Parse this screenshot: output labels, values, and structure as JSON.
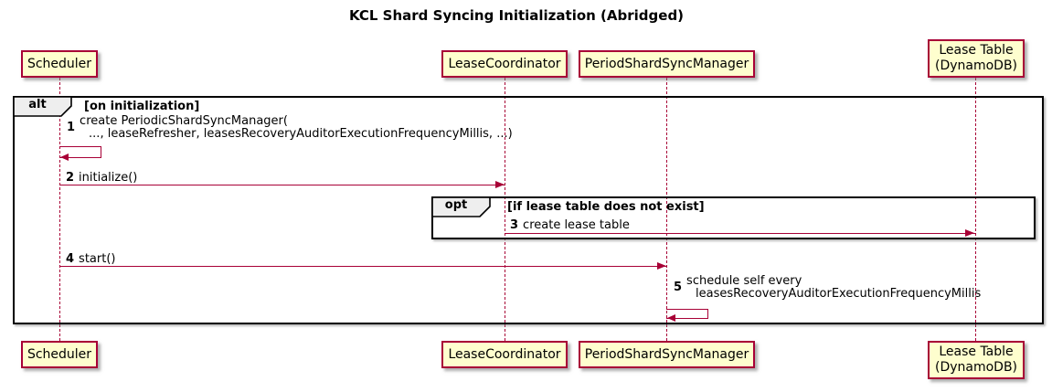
{
  "title": "KCL Shard Syncing Initialization (Abridged)",
  "participants": [
    {
      "lines": [
        "Scheduler"
      ]
    },
    {
      "lines": [
        "LeaseCoordinator"
      ]
    },
    {
      "lines": [
        "PeriodShardSyncManager"
      ]
    },
    {
      "lines": [
        "Lease Table",
        "(DynamoDB)"
      ]
    }
  ],
  "frames": {
    "alt": {
      "operator": "alt",
      "condition": "[on initialization]"
    },
    "opt": {
      "operator": "opt",
      "condition": "[if lease table does not exist]"
    }
  },
  "messages": [
    {
      "num": "1",
      "line1": "create PeriodicShardSyncManager(",
      "line2": "..., leaseRefresher, leasesRecoveryAuditorExecutionFrequencyMillis, ...)"
    },
    {
      "num": "2",
      "text": "initialize()"
    },
    {
      "num": "3",
      "text": "create lease table"
    },
    {
      "num": "4",
      "text": "start()"
    },
    {
      "num": "5",
      "line1": "schedule self every",
      "line2": "leasesRecoveryAuditorExecutionFrequencyMillis"
    }
  ],
  "colors": {
    "background": "#FFFFFF",
    "participant_fill": "#FEFECE",
    "participant_border": "#A80036",
    "lifeline": "#A80036",
    "arrow": "#A80036",
    "frame_border": "#000000",
    "frame_label_fill": "#EEEEEE",
    "text": "#000000"
  }
}
